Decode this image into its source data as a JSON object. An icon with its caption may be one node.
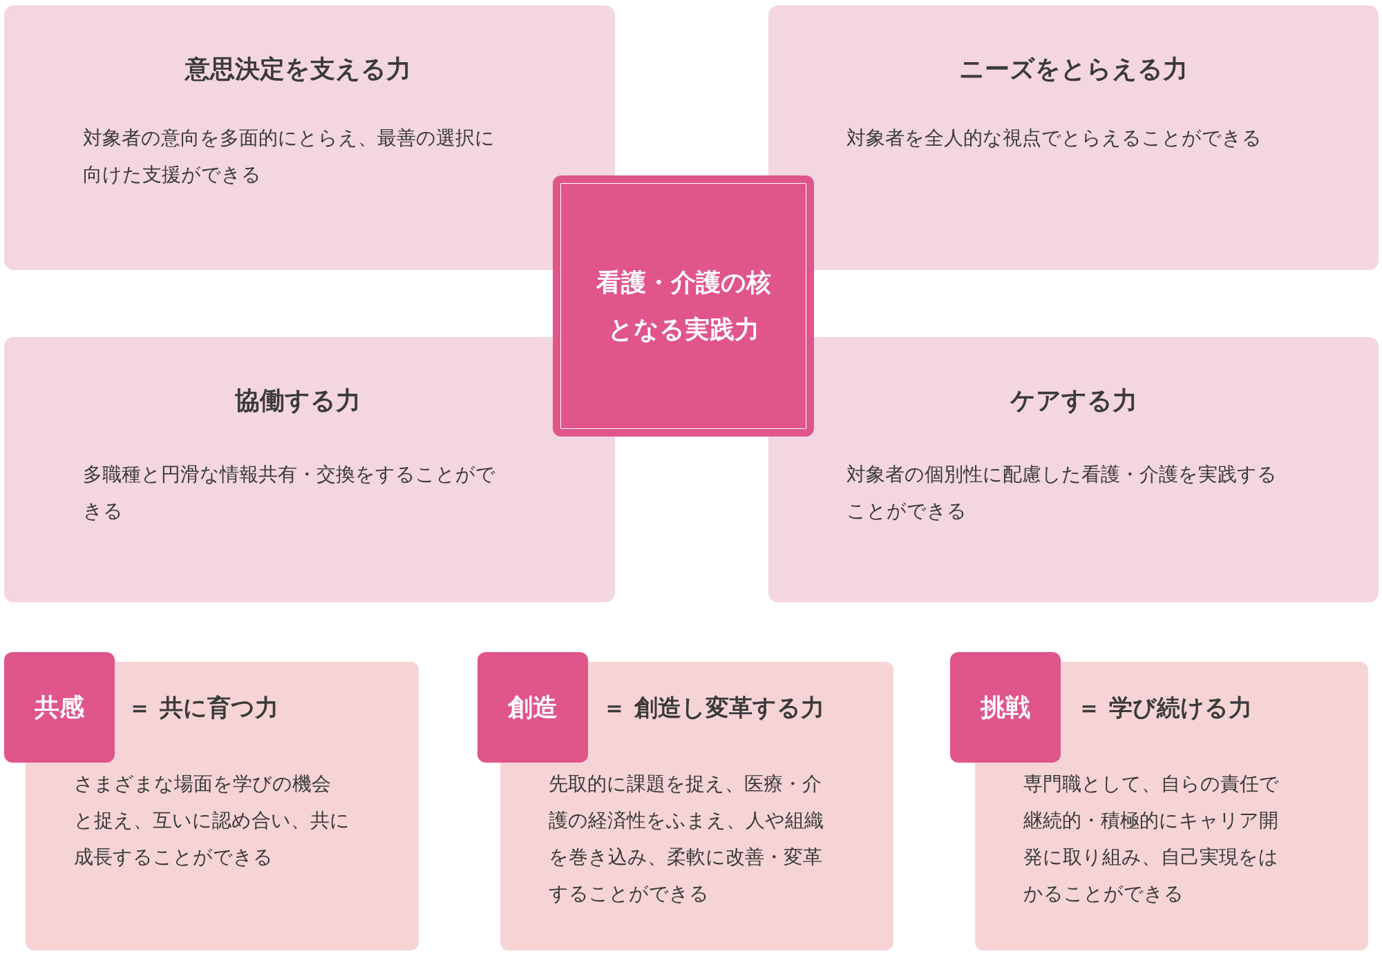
{
  "diagram": {
    "nodes": [
      {
        "text": [
          "意思決定を支える力",
          "対象者の意向を多面的にとらえ、最善の選択に向けた支援ができる"
        ]
      },
      {
        "text": [
          "ニーズをとらえる力",
          "対象者を全人的な視点でとらえることができる"
        ]
      },
      {
        "text": [
          "看護・介護の核となる実践力"
        ]
      },
      {
        "text": [
          "協働する力",
          "多職種と円滑な情報共有・交換をすることができる"
        ]
      },
      {
        "text": [
          "ケアする力",
          "対象者の個別性に配慮した看護・介護を実践することができる"
        ]
      },
      {
        "text": [
          "共感"
        ]
      },
      {
        "text": [
          "＝ 共に育つ力",
          "さまざまな場面を学びの機会と捉え、互いに認め合い、共に成長することができる"
        ]
      },
      {
        "text": [
          "創造"
        ]
      },
      {
        "text": [
          "＝ 創造し変革する力",
          "先取的に課題を捉え、医療・介護の経済性をふまえ、人や組織を巻き込み、柔軟に改善・変革することができる"
        ]
      },
      {
        "text": [
          "挑戦"
        ]
      },
      {
        "text": [
          "＝ 学び続ける力",
          "専門職として、自らの責任で継続的・積極的にキャリア開発に取り組み、自己実現をはかることができる"
        ]
      }
    ]
  }
}
